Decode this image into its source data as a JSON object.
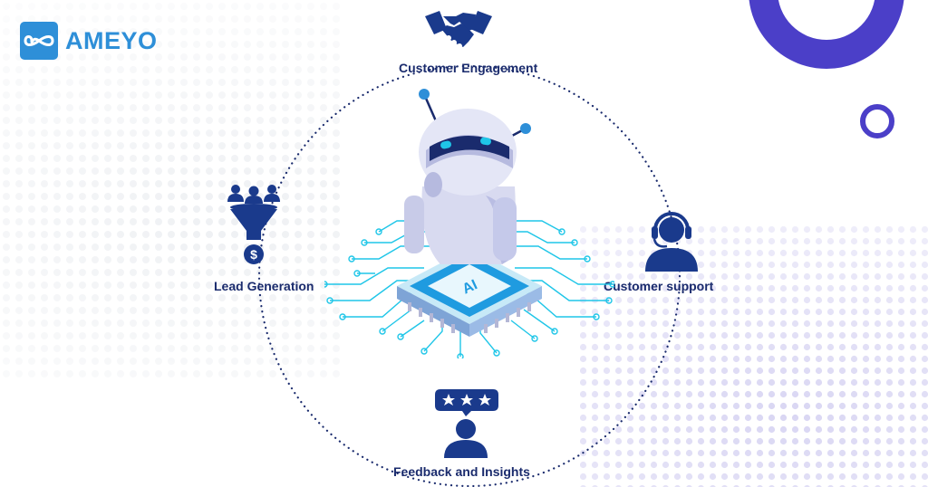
{
  "brand": {
    "name": "AMEYO",
    "logo_icon": "infinity-icon"
  },
  "colors": {
    "brand_blue": "#2e8fd8",
    "navy": "#1a3a8c",
    "label": "#1a2b6d",
    "purple": "#4b3fc8",
    "cyan": "#1fc6e8"
  },
  "center": {
    "chip_label": "AI"
  },
  "nodes": [
    {
      "label": "Customer Engagement",
      "icon": "handshake-icon"
    },
    {
      "label": "Lead Generation",
      "icon": "sales-funnel-icon"
    },
    {
      "label": "Customer support",
      "icon": "headset-agent-icon"
    },
    {
      "label": "Feedback and Insights",
      "icon": "rating-feedback-icon"
    }
  ]
}
